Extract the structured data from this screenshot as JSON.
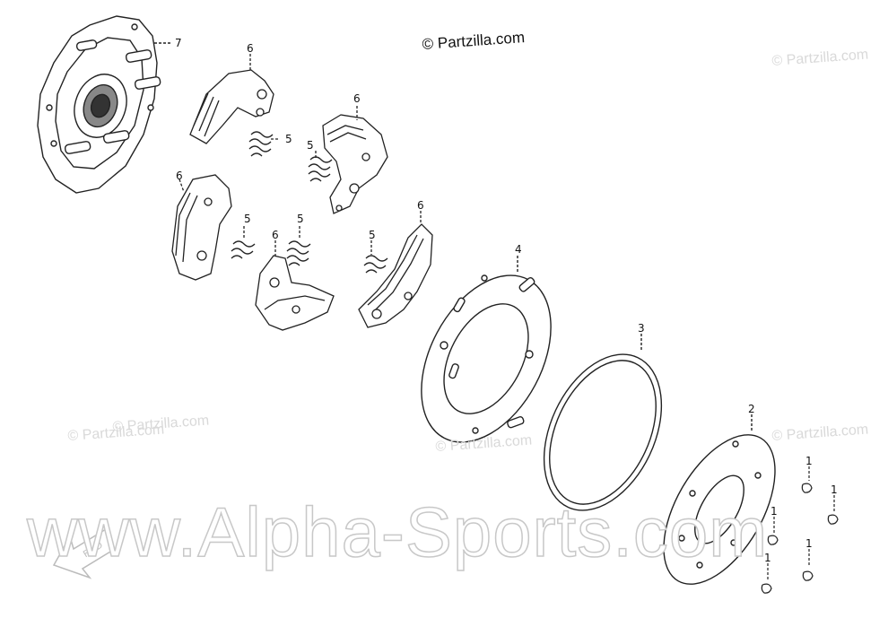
{
  "copyright": "© Partzilla.com",
  "watermarks": [
    "© Partzilla.com",
    "© Partzilla.com",
    "© Partzilla.com",
    "© Partzilla.com",
    "© Partzilla.com"
  ],
  "site_watermark": "www.Alpha-Sports.com",
  "arrow_label": "FWD",
  "callouts": [
    "7",
    "6",
    "6",
    "6",
    "6",
    "6",
    "5",
    "5",
    "5",
    "5",
    "5",
    "4",
    "3",
    "2",
    "1",
    "1",
    "1",
    "1",
    "1"
  ],
  "icons": {
    "clutch_plate": "clutch-plate-icon",
    "shoe": "clutch-shoe-icon",
    "spring": "spring-icon",
    "plate": "plate-icon",
    "ring": "ring-icon",
    "washer": "washer-icon",
    "clip": "clip-icon",
    "arrow": "fwd-arrow-icon"
  },
  "colors": {
    "line": "#222222",
    "watermark": "#cfcfcf"
  }
}
